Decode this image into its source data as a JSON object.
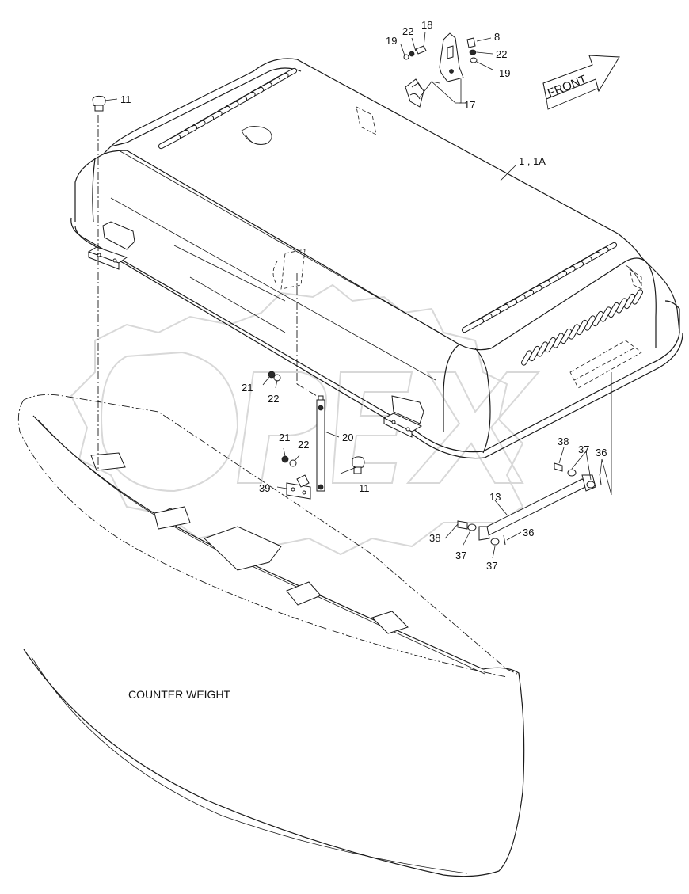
{
  "diagram": {
    "front_label": "FRONT",
    "counterweight_label": "COUNTER WEIGHT",
    "callouts": {
      "c11_top": "11",
      "c22_top": "22",
      "c18": "18",
      "c19_top_left": "19",
      "c8": "8",
      "c22_top_right": "22",
      "c19_top_right": "19",
      "c17": "17",
      "c1_1a": "1 , 1A",
      "c21_upper": "21",
      "c22_upper": "22",
      "c21_lower": "21",
      "c22_lower": "22",
      "c20": "20",
      "c39": "39",
      "c11_lower": "11",
      "c38_right": "38",
      "c37_right": "37",
      "c36_right": "36",
      "c13": "13",
      "c38_left": "38",
      "c36_lower": "36",
      "c37_lower_a": "37",
      "c37_lower_b": "37"
    },
    "watermark": "OPEX"
  }
}
